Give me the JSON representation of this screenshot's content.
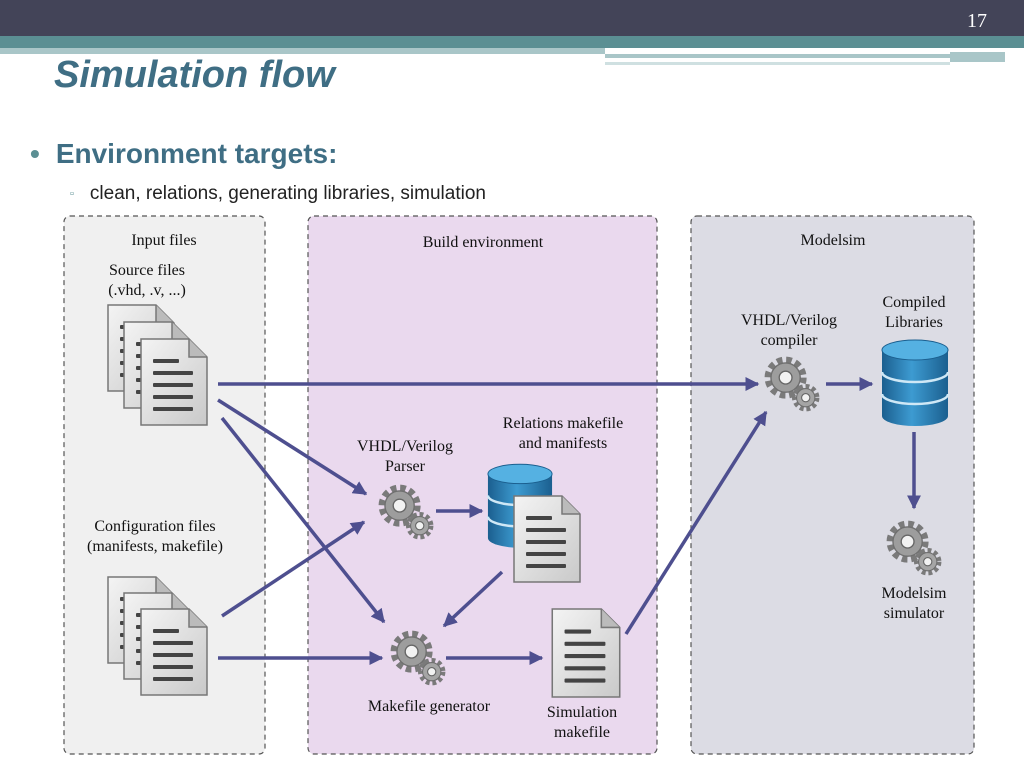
{
  "slide": {
    "number": "17",
    "title": "Simulation flow",
    "bullet": "Environment targets:",
    "sub_bullet": "clean, relations, generating libraries, simulation"
  },
  "diagram": {
    "groups": {
      "input": "Input files",
      "build": "Build environment",
      "modelsim": "Modelsim"
    },
    "labels": {
      "source_files_1": "Source files",
      "source_files_2": "(.vhd, .v, ...)",
      "config_files_1": "Configuration files",
      "config_files_2": "(manifests, makefile)",
      "parser_1": "VHDL/Verilog",
      "parser_2": "Parser",
      "relations_1": "Relations makefile",
      "relations_2": "and manifests",
      "makefile_generator": "Makefile generator",
      "sim_makefile_1": "Simulation",
      "sim_makefile_2": "makefile",
      "compiler_1": "VHDL/Verilog",
      "compiler_2": "compiler",
      "compiled_1": "Compiled",
      "compiled_2": "Libraries",
      "simulator_1": "Modelsim",
      "simulator_2": "simulator"
    },
    "colors": {
      "input_bg": "#f0f0f0",
      "build_bg": "#ead9ee",
      "modelsim_bg": "#dcdce4",
      "arrow": "#4e4f8f"
    }
  }
}
